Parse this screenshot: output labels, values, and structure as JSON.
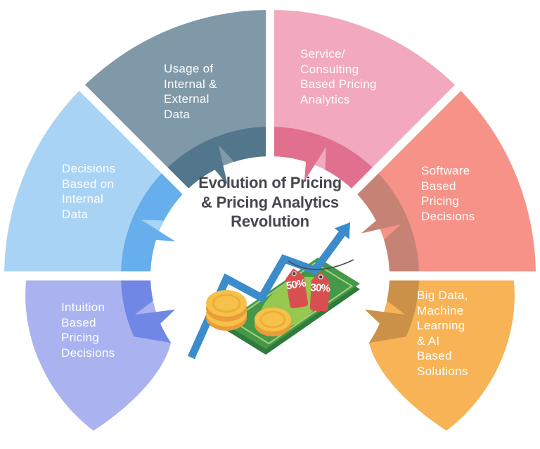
{
  "diagram": {
    "center_title": "Evolution of Pricing\n& Pricing Analytics\nRevolution",
    "segments": [
      {
        "id": "decisions-based-on-internal-data",
        "label": "Decisions\nBased on\nInternal\nData",
        "color_main": "#A9D3F4",
        "color_band": "#66AEEC"
      },
      {
        "id": "usage-of-internal-external-data",
        "label": "Usage of\nInternal &\nExternal\nData",
        "color_main": "#7F99A8",
        "color_band": "#52768B"
      },
      {
        "id": "service-consulting-based-pricing-analytics",
        "label": "Service/\nConsulting\nBased Pricing\nAnalytics",
        "color_main": "#F2A9BD",
        "color_band": "#E0708E"
      },
      {
        "id": "software-based-pricing-decisions",
        "label": "Software\nBased\nPricing\nDecisions",
        "color_main": "#F69287",
        "color_band": "#C68375"
      },
      {
        "id": "big-data-machine-learning-ai-based-solutions",
        "label": "Big Data,\nMachine\nLearning\n& AI\nBased\nSolutions",
        "color_main": "#F7B356",
        "color_band": "#CC9148"
      },
      {
        "id": "intuition-based-pricing-decisions",
        "label": "Intuition\nBased\nPricing\nDecisions",
        "color_main": "#AAB3F0",
        "color_band": "#7087E5"
      }
    ],
    "illustration": {
      "tag_1": "50%",
      "tag_2": "30%",
      "colors": {
        "arrow": "#3C8CCB",
        "coin_side": "#EA9C38",
        "coin_face": "#F6C149",
        "coin_ring": "#EEAD3B",
        "bill": "#459848",
        "bill_edge": "#2E7B3B",
        "bill_inner": "#A5D27E",
        "bill_ellipse": "#97C850",
        "tag": "#D94F4F",
        "tag_hole": "#473434",
        "knot": "#CFC9C9",
        "string": "#4A4A4A"
      }
    }
  }
}
